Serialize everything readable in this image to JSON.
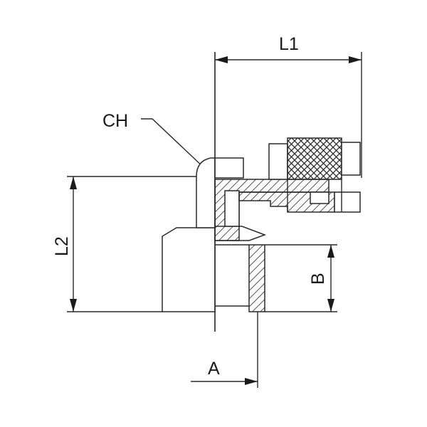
{
  "labels": {
    "l1": "L1",
    "l2": "L2",
    "ch": "CH",
    "a": "A",
    "b": "B"
  },
  "colors": {
    "line": "#2a2a2a",
    "background": "#ffffff"
  }
}
